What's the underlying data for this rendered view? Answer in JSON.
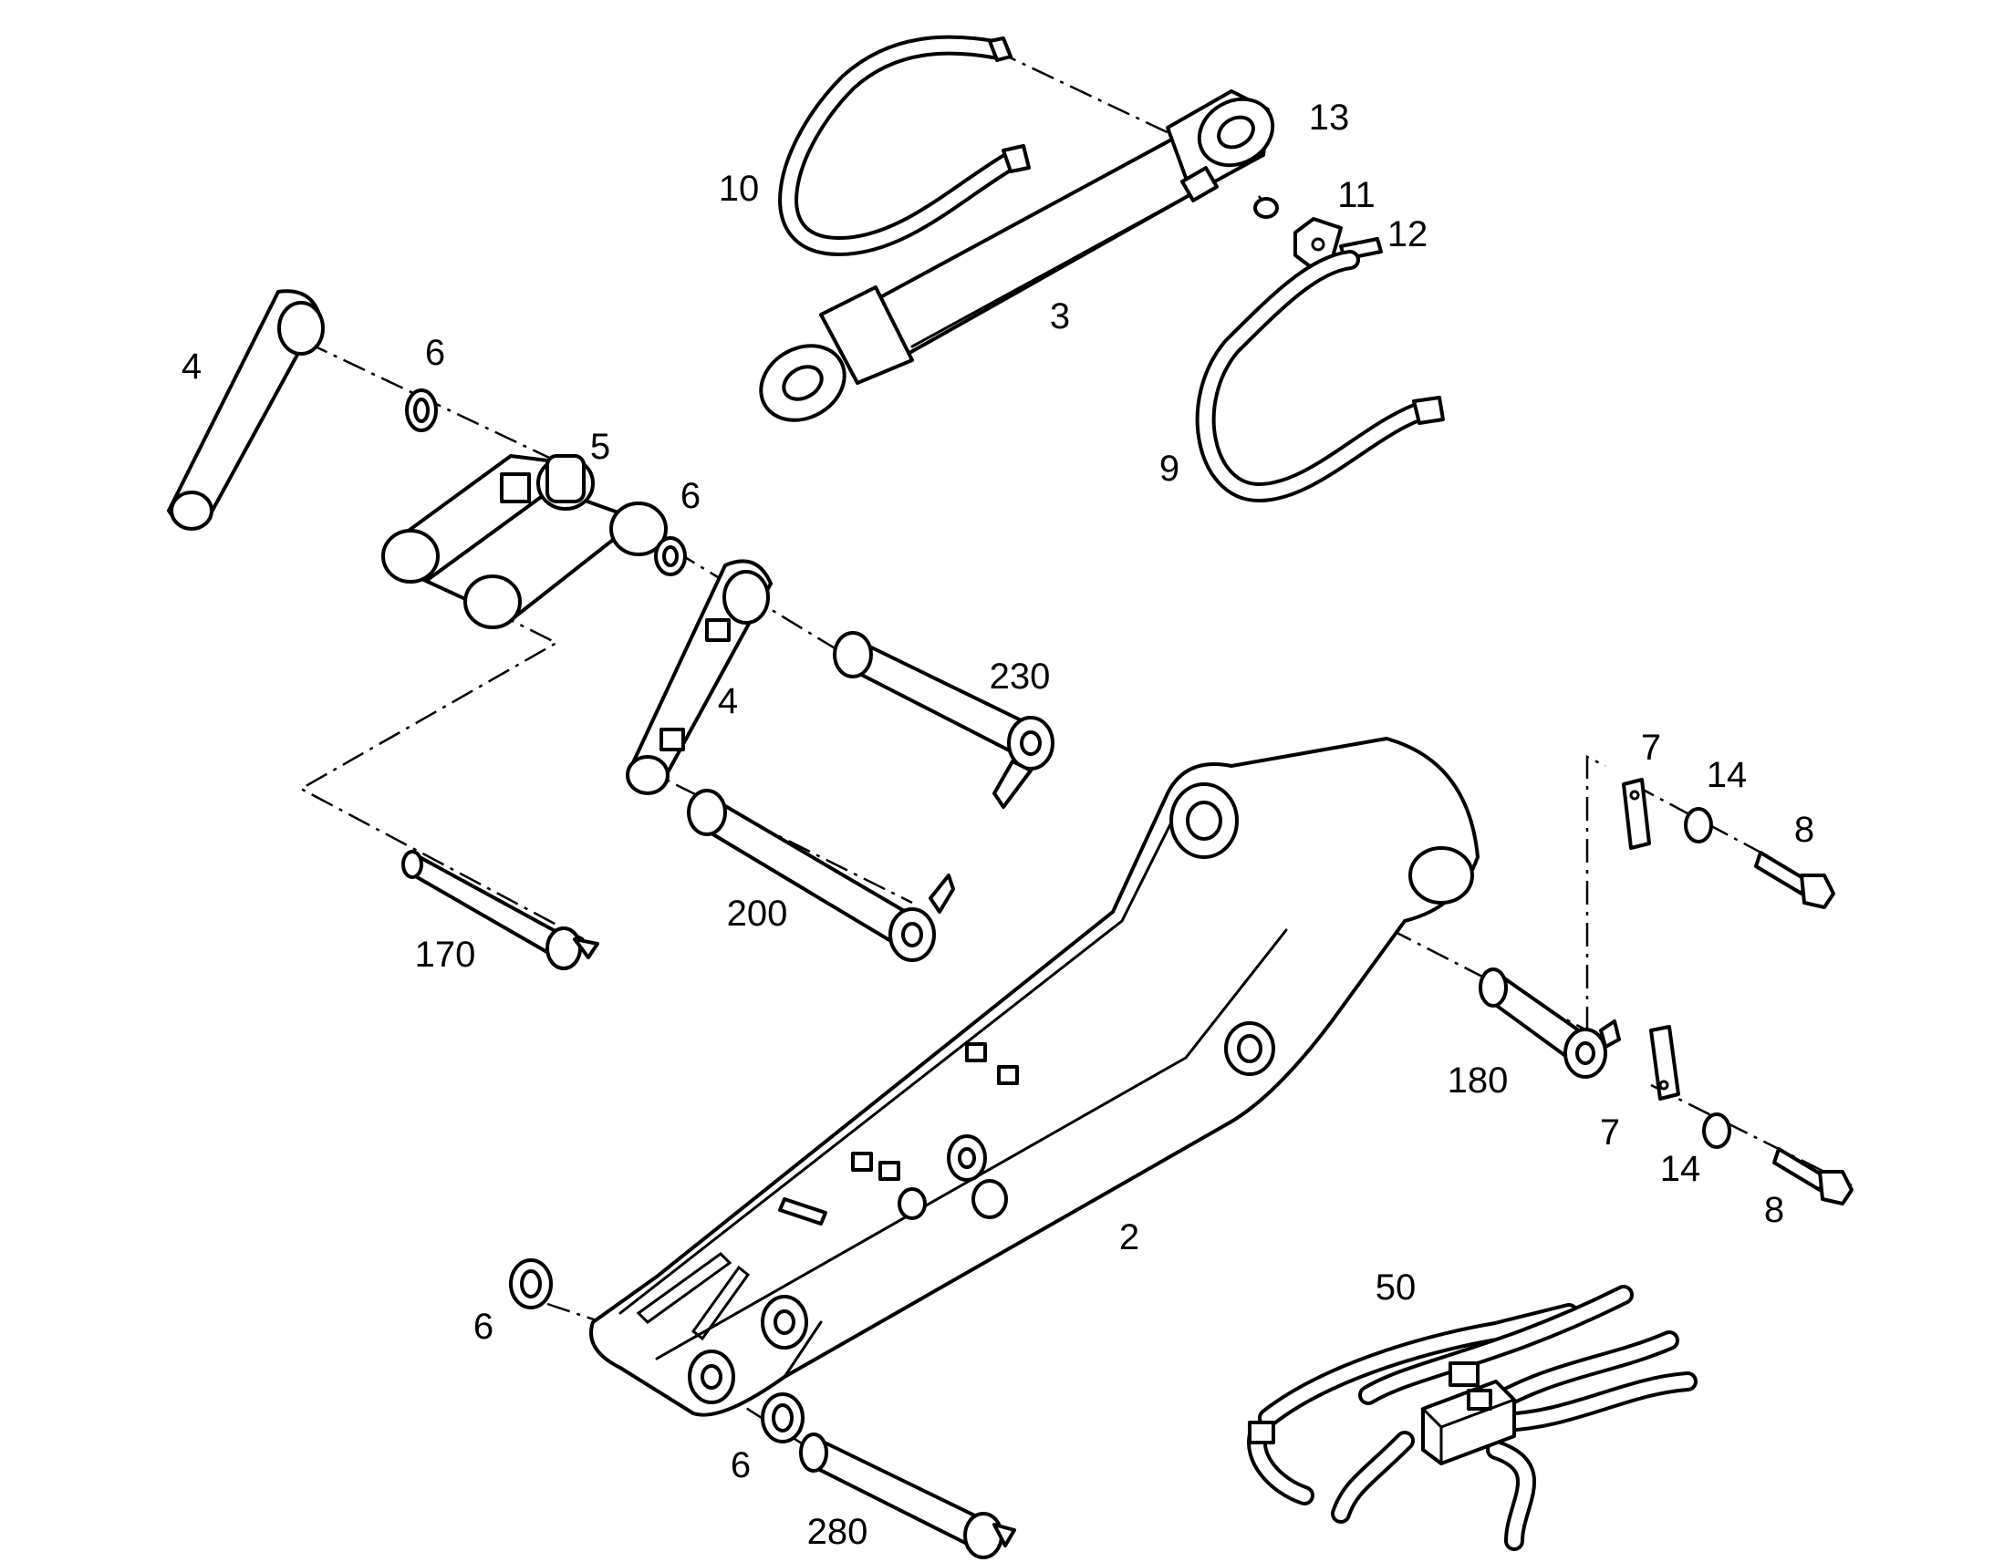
{
  "callouts": {
    "c10": "10",
    "c13": "13",
    "c11": "11",
    "c12": "12",
    "c3": "3",
    "c9": "9",
    "c4_top": "4",
    "c6_a": "6",
    "c5": "5",
    "c6_b": "6",
    "c230": "230",
    "c4_mid": "4",
    "c200": "200",
    "c170": "170",
    "c7_top": "7",
    "c14_top": "14",
    "c8_top": "8",
    "c180": "180",
    "c7_bot": "7",
    "c14_bot": "14",
    "c8_bot": "8",
    "c2": "2",
    "c50": "50",
    "c6_c": "6",
    "c6_d": "6",
    "c280": "280"
  }
}
